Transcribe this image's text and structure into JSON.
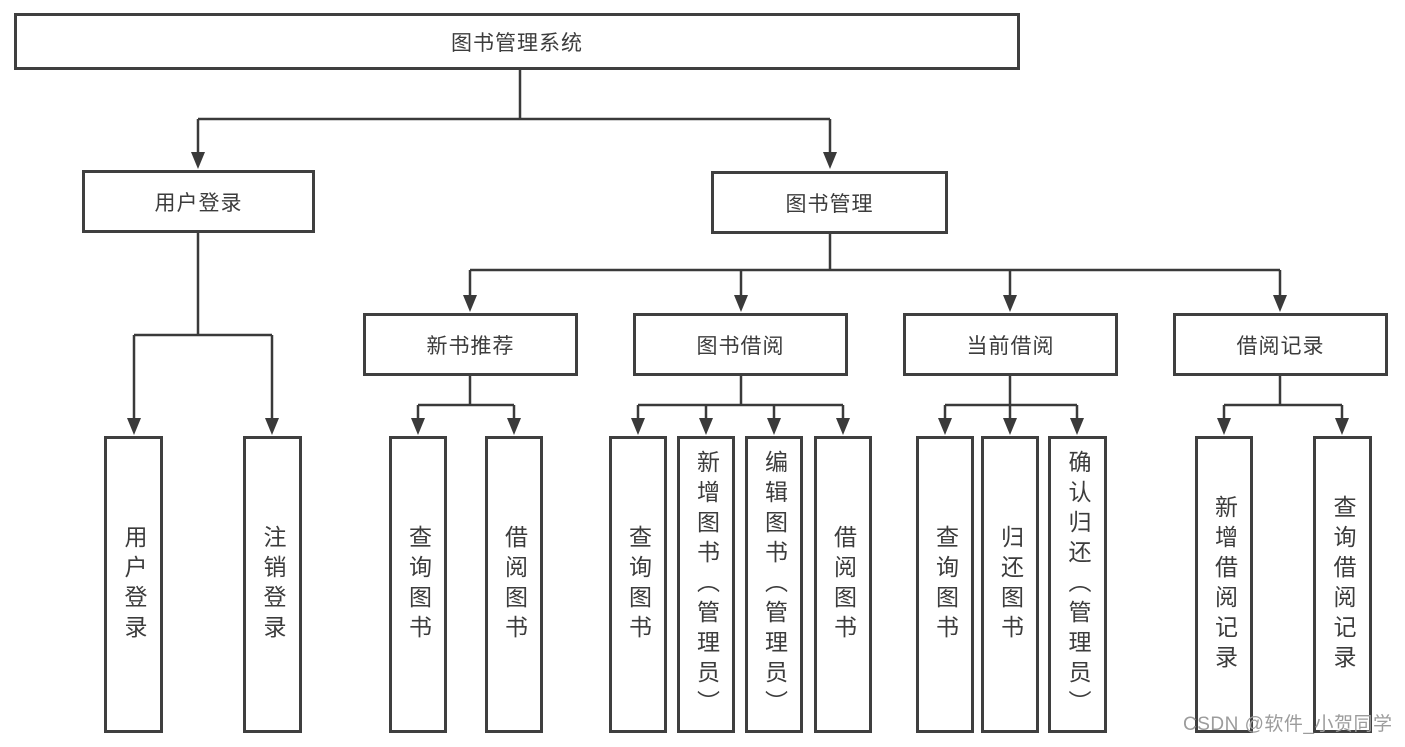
{
  "diagram_title": "图书管理系统",
  "nodes": {
    "root": "图书管理系统",
    "userLogin": "用户登录",
    "bookManagement": "图书管理",
    "newBookRecommend": "新书推荐",
    "bookBorrow": "图书借阅",
    "currentBorrow": "当前借阅",
    "borrowRecords": "借阅记录",
    "leafUserLogin": "用户登录",
    "leafLogout": "注销登录",
    "leafRecQuery": "查询图书",
    "leafRecBorrow": "借阅图书",
    "leafBorQuery": "查询图书",
    "leafBorAdd": "新增图书（管理员）",
    "leafBorEdit": "编辑图书（管理员）",
    "leafBorBorrow": "借阅图书",
    "leafCurQuery": "查询图书",
    "leafCurReturn": "归还图书",
    "leafCurConfirm": "确认归还（管理员）",
    "leafRecordAdd": "新增借阅记录",
    "leafRecordQuery": "查询借阅记录"
  },
  "hierarchy": {
    "root": "图书管理系统",
    "children": [
      {
        "label": "用户登录",
        "children": [
          "用户登录",
          "注销登录"
        ]
      },
      {
        "label": "图书管理",
        "children": [
          {
            "label": "新书推荐",
            "children": [
              "查询图书",
              "借阅图书"
            ]
          },
          {
            "label": "图书借阅",
            "children": [
              "查询图书",
              "新增图书（管理员）",
              "编辑图书（管理员）",
              "借阅图书"
            ]
          },
          {
            "label": "当前借阅",
            "children": [
              "查询图书",
              "归还图书",
              "确认归还（管理员）"
            ]
          },
          {
            "label": "借阅记录",
            "children": [
              "新增借阅记录",
              "查询借阅记录"
            ]
          }
        ]
      }
    ]
  },
  "watermark": "CSDN @软件_小贺同学",
  "colors": {
    "line": "#3a3a3a",
    "box_border": "#3f3f3f",
    "text": "#3c3c3c",
    "watermark": "#9c9c9c",
    "background": "#ffffff"
  }
}
